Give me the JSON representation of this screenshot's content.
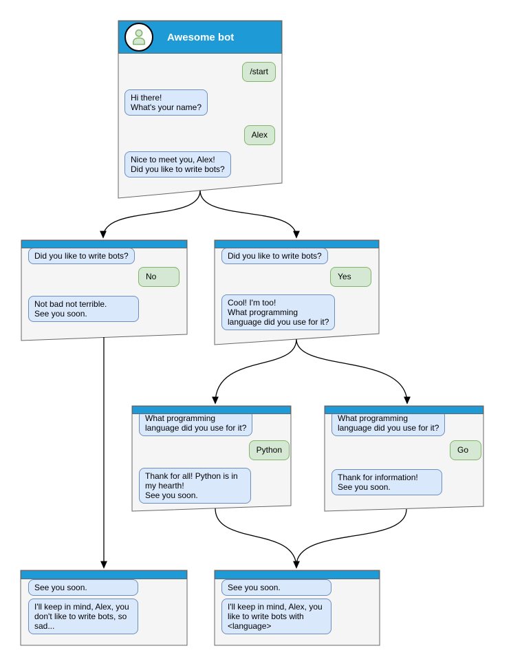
{
  "colors": {
    "header_blue": "#1e9bd7",
    "window_fill": "#f5f5f5",
    "window_border": "#666666",
    "bot_bubble_fill": "#dae8fc",
    "bot_bubble_border": "#6c8ebf",
    "user_bubble_fill": "#d5e8d4",
    "user_bubble_border": "#82b366",
    "connector": "#000000"
  },
  "windows": {
    "root": {
      "title": "Awesome bot",
      "messages": {
        "start": "/start",
        "greeting": "Hi there!\nWhat's your name?",
        "name": "Alex",
        "ask_bots": "Nice to meet you, Alex!\nDid you like to write bots?"
      }
    },
    "branch_no": {
      "question": "Did you like to write bots?",
      "answer": "No",
      "reply": "Not bad not terrible.\nSee you soon."
    },
    "branch_yes": {
      "question": "Did you like to write bots?",
      "answer": "Yes",
      "reply": "Cool! I'm too!\nWhat programming\nlanguage did you use for it?"
    },
    "branch_python": {
      "question": "What programming\nlanguage did you use for it?",
      "answer": "Python",
      "reply": "Thank for all! Python is in\nmy hearth!\nSee you soon."
    },
    "branch_go": {
      "question": "What programming\nlanguage did you use for it?",
      "answer": "Go",
      "reply": "Thank for information!\nSee you soon."
    },
    "end_no": {
      "question": "See you soon.",
      "reply": "I'll keep in mind, Alex, you\ndon't like to write bots, so\nsad..."
    },
    "end_yes": {
      "question": "See you soon.",
      "reply": "I'll keep in mind, Alex, you\nlike to write bots with\n<language>"
    }
  }
}
